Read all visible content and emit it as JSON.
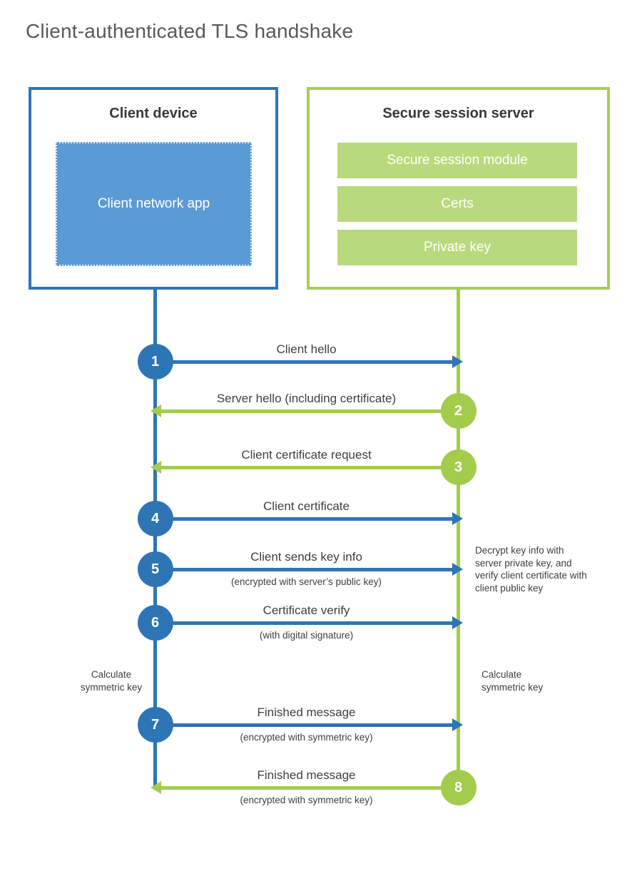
{
  "title": "Client-authenticated TLS handshake",
  "colors": {
    "blue_strong": "#2e75b6",
    "blue_light": "#5b9bd5",
    "green_strong": "#a3cc4c",
    "green_light": "#b9da7c",
    "text_dark": "#3f3f3f",
    "title_gray": "#595959"
  },
  "client_box": {
    "title": "Client device",
    "app_label": "Client network app"
  },
  "server_box": {
    "title": "Secure session server",
    "modules": [
      "Secure session module",
      "Certs",
      "Private key"
    ]
  },
  "messages": [
    {
      "num": "1",
      "from": "client",
      "label": "Client hello",
      "sublabel": ""
    },
    {
      "num": "2",
      "from": "server",
      "label": "Server hello (including certificate)",
      "sublabel": ""
    },
    {
      "num": "3",
      "from": "server",
      "label": "Client certificate request",
      "sublabel": ""
    },
    {
      "num": "4",
      "from": "client",
      "label": "Client certificate",
      "sublabel": ""
    },
    {
      "num": "5",
      "from": "client",
      "label": "Client sends key info",
      "sublabel": "(encrypted with server’s public key)"
    },
    {
      "num": "6",
      "from": "client",
      "label": "Certificate verify",
      "sublabel": "(with digital signature)"
    },
    {
      "num": "7",
      "from": "client",
      "label": "Finished message",
      "sublabel": "(encrypted with symmetric key)"
    },
    {
      "num": "8",
      "from": "server",
      "label": "Finished message",
      "sublabel": "(encrypted with symmetric key)"
    }
  ],
  "annotations": {
    "decrypt_note": "Decrypt key info with server private key, and verify client certificate with client public key",
    "calc_left": "Calculate symmetric key",
    "calc_right": "Calculate symmetric key"
  }
}
